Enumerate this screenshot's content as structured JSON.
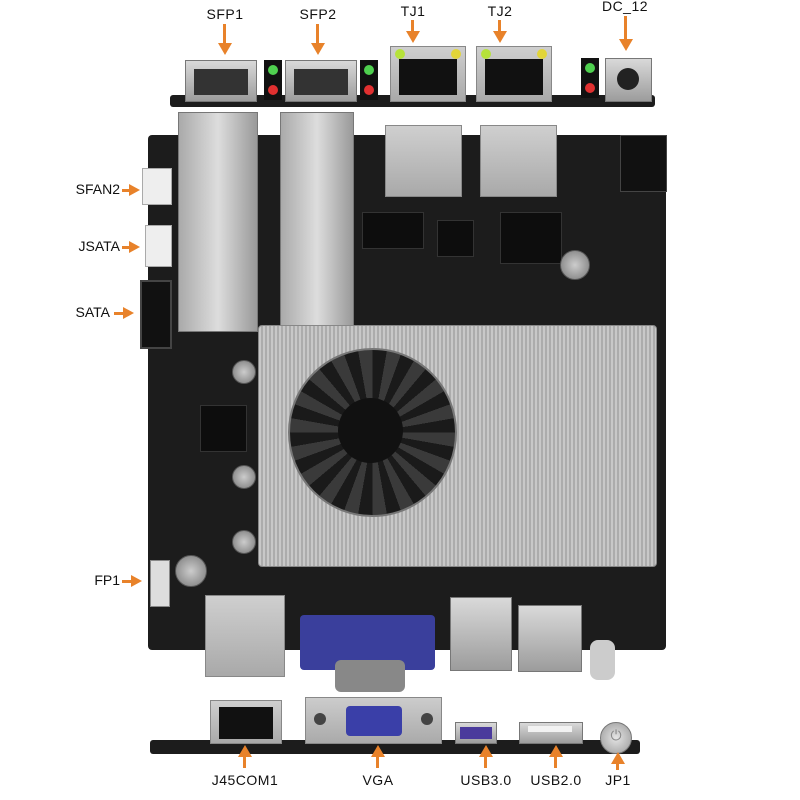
{
  "colors": {
    "accent": "#e8822a",
    "pcb": "#1c1c1c",
    "heatsink": "#b8b8b8"
  },
  "top_labels": {
    "sfp1": "SFP1",
    "sfp2": "SFP2",
    "tj1": "TJ1",
    "tj2": "TJ2",
    "dc12": "DC_12"
  },
  "side_labels": {
    "sfan2": "SFAN2",
    "jsata": "JSATA",
    "sata": "SATA",
    "fp1": "FP1"
  },
  "bottom_labels": {
    "j45com1": "J45COM1",
    "vga": "VGA",
    "usb30": "USB3.0",
    "usb20": "USB2.0",
    "jp1": "JP1"
  },
  "icons": {
    "power": "power-icon"
  }
}
